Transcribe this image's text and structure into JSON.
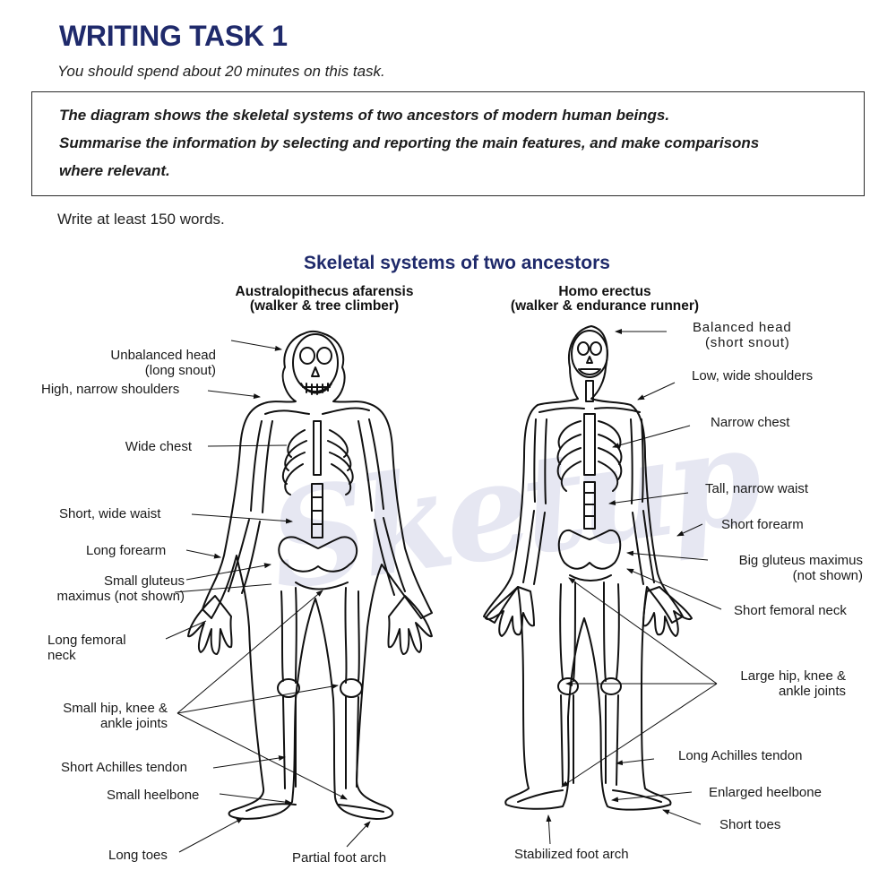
{
  "header": {
    "title": "WRITING TASK 1",
    "time_instruction": "You should spend about 20 minutes on this task."
  },
  "prompt": {
    "lines": [
      "The diagram shows the skeletal systems of two ancestors of modern human beings.",
      "Summarise the information by selecting and reporting the main features, and make comparisons",
      "where relevant."
    ]
  },
  "word_limit": "Write at least 150 words.",
  "diagram": {
    "title": "Skeletal systems of two ancestors",
    "watermark": "Sketup",
    "left_species": {
      "name": "Australopithecus afarensis",
      "role": "(walker & tree climber)",
      "labels": [
        {
          "id": "head",
          "lines": [
            "Unbalanced head",
            "(long snout)"
          ]
        },
        {
          "id": "shoulders",
          "lines": [
            "High, narrow shoulders"
          ]
        },
        {
          "id": "chest",
          "lines": [
            "Wide chest"
          ]
        },
        {
          "id": "waist",
          "lines": [
            "Short, wide waist"
          ]
        },
        {
          "id": "forearm",
          "lines": [
            "Long forearm"
          ]
        },
        {
          "id": "gluteus",
          "lines": [
            "Small gluteus",
            "maximus (not shown)"
          ]
        },
        {
          "id": "femoral",
          "lines": [
            "Long femoral",
            "neck"
          ]
        },
        {
          "id": "joints",
          "lines": [
            "Small hip, knee &",
            "ankle joints"
          ]
        },
        {
          "id": "achilles",
          "lines": [
            "Short Achilles tendon"
          ]
        },
        {
          "id": "heel",
          "lines": [
            "Small heelbone"
          ]
        },
        {
          "id": "toes",
          "lines": [
            "Long toes"
          ]
        },
        {
          "id": "arch",
          "lines": [
            "Partial foot arch"
          ]
        }
      ]
    },
    "right_species": {
      "name": "Homo erectus",
      "role": "(walker & endurance runner)",
      "labels": [
        {
          "id": "head",
          "lines": [
            "Balanced head",
            "(short snout)"
          ]
        },
        {
          "id": "shoulders",
          "lines": [
            "Low, wide shoulders"
          ]
        },
        {
          "id": "chest",
          "lines": [
            "Narrow chest"
          ]
        },
        {
          "id": "waist",
          "lines": [
            "Tall, narrow waist"
          ]
        },
        {
          "id": "forearm",
          "lines": [
            "Short forearm"
          ]
        },
        {
          "id": "gluteus",
          "lines": [
            "Big gluteus maximus",
            "(not shown)"
          ]
        },
        {
          "id": "femoral",
          "lines": [
            "Short femoral neck"
          ]
        },
        {
          "id": "joints",
          "lines": [
            "Large hip, knee &",
            "ankle joints"
          ]
        },
        {
          "id": "achilles",
          "lines": [
            "Long Achilles tendon"
          ]
        },
        {
          "id": "heel",
          "lines": [
            "Enlarged heelbone"
          ]
        },
        {
          "id": "toes",
          "lines": [
            "Short toes"
          ]
        },
        {
          "id": "arch",
          "lines": [
            "Stabilized foot arch"
          ]
        }
      ]
    },
    "colors": {
      "title_blue": "#1f2a6b",
      "line": "#111111",
      "watermark": "#e6e7f2"
    }
  }
}
